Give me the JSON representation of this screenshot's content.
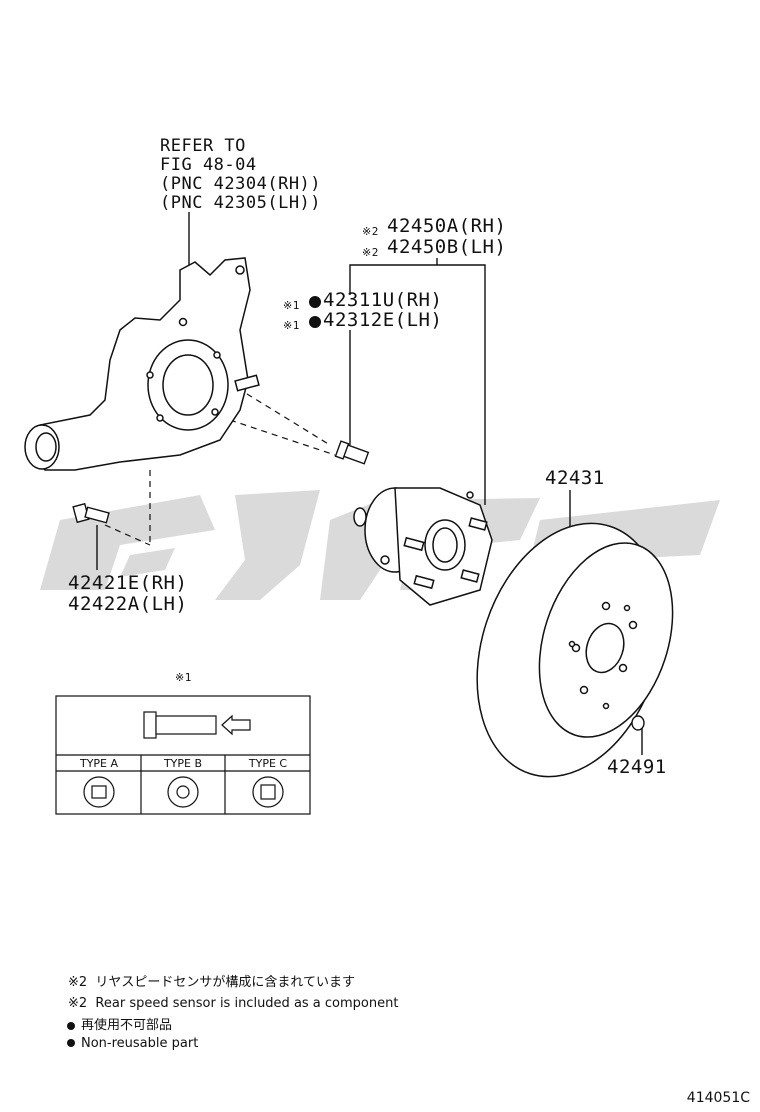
{
  "refer": {
    "line1": "REFER TO",
    "line2": "FIG 48-04",
    "line3": "(PNC 42304(RH))",
    "line4": "(PNC 42305(LH))"
  },
  "hub_bearing": {
    "mark": "※2",
    "rh": "42450A(RH)",
    "lh": "42450B(LH)"
  },
  "hub_bolt": {
    "mark": "※1",
    "rh": "42311U(RH)",
    "lh": "42312E(LH)"
  },
  "flange_bolt": {
    "rh": "42421E(RH)",
    "lh": "42422A(LH)"
  },
  "disc": {
    "part": "42431"
  },
  "screw": {
    "part": "42491"
  },
  "inset": {
    "mark": "※1",
    "types": [
      "TYPE A",
      "TYPE B",
      "TYPE C"
    ]
  },
  "notes": {
    "sensor_jp": "※2  リヤスピードセンサが構成に含まれています",
    "sensor_en": "※2  Rear speed sensor is included as a component",
    "nonreuse_jp": "再使用不可部品",
    "nonreuse_en": "Non-reusable part"
  },
  "figure_number": "414051C"
}
